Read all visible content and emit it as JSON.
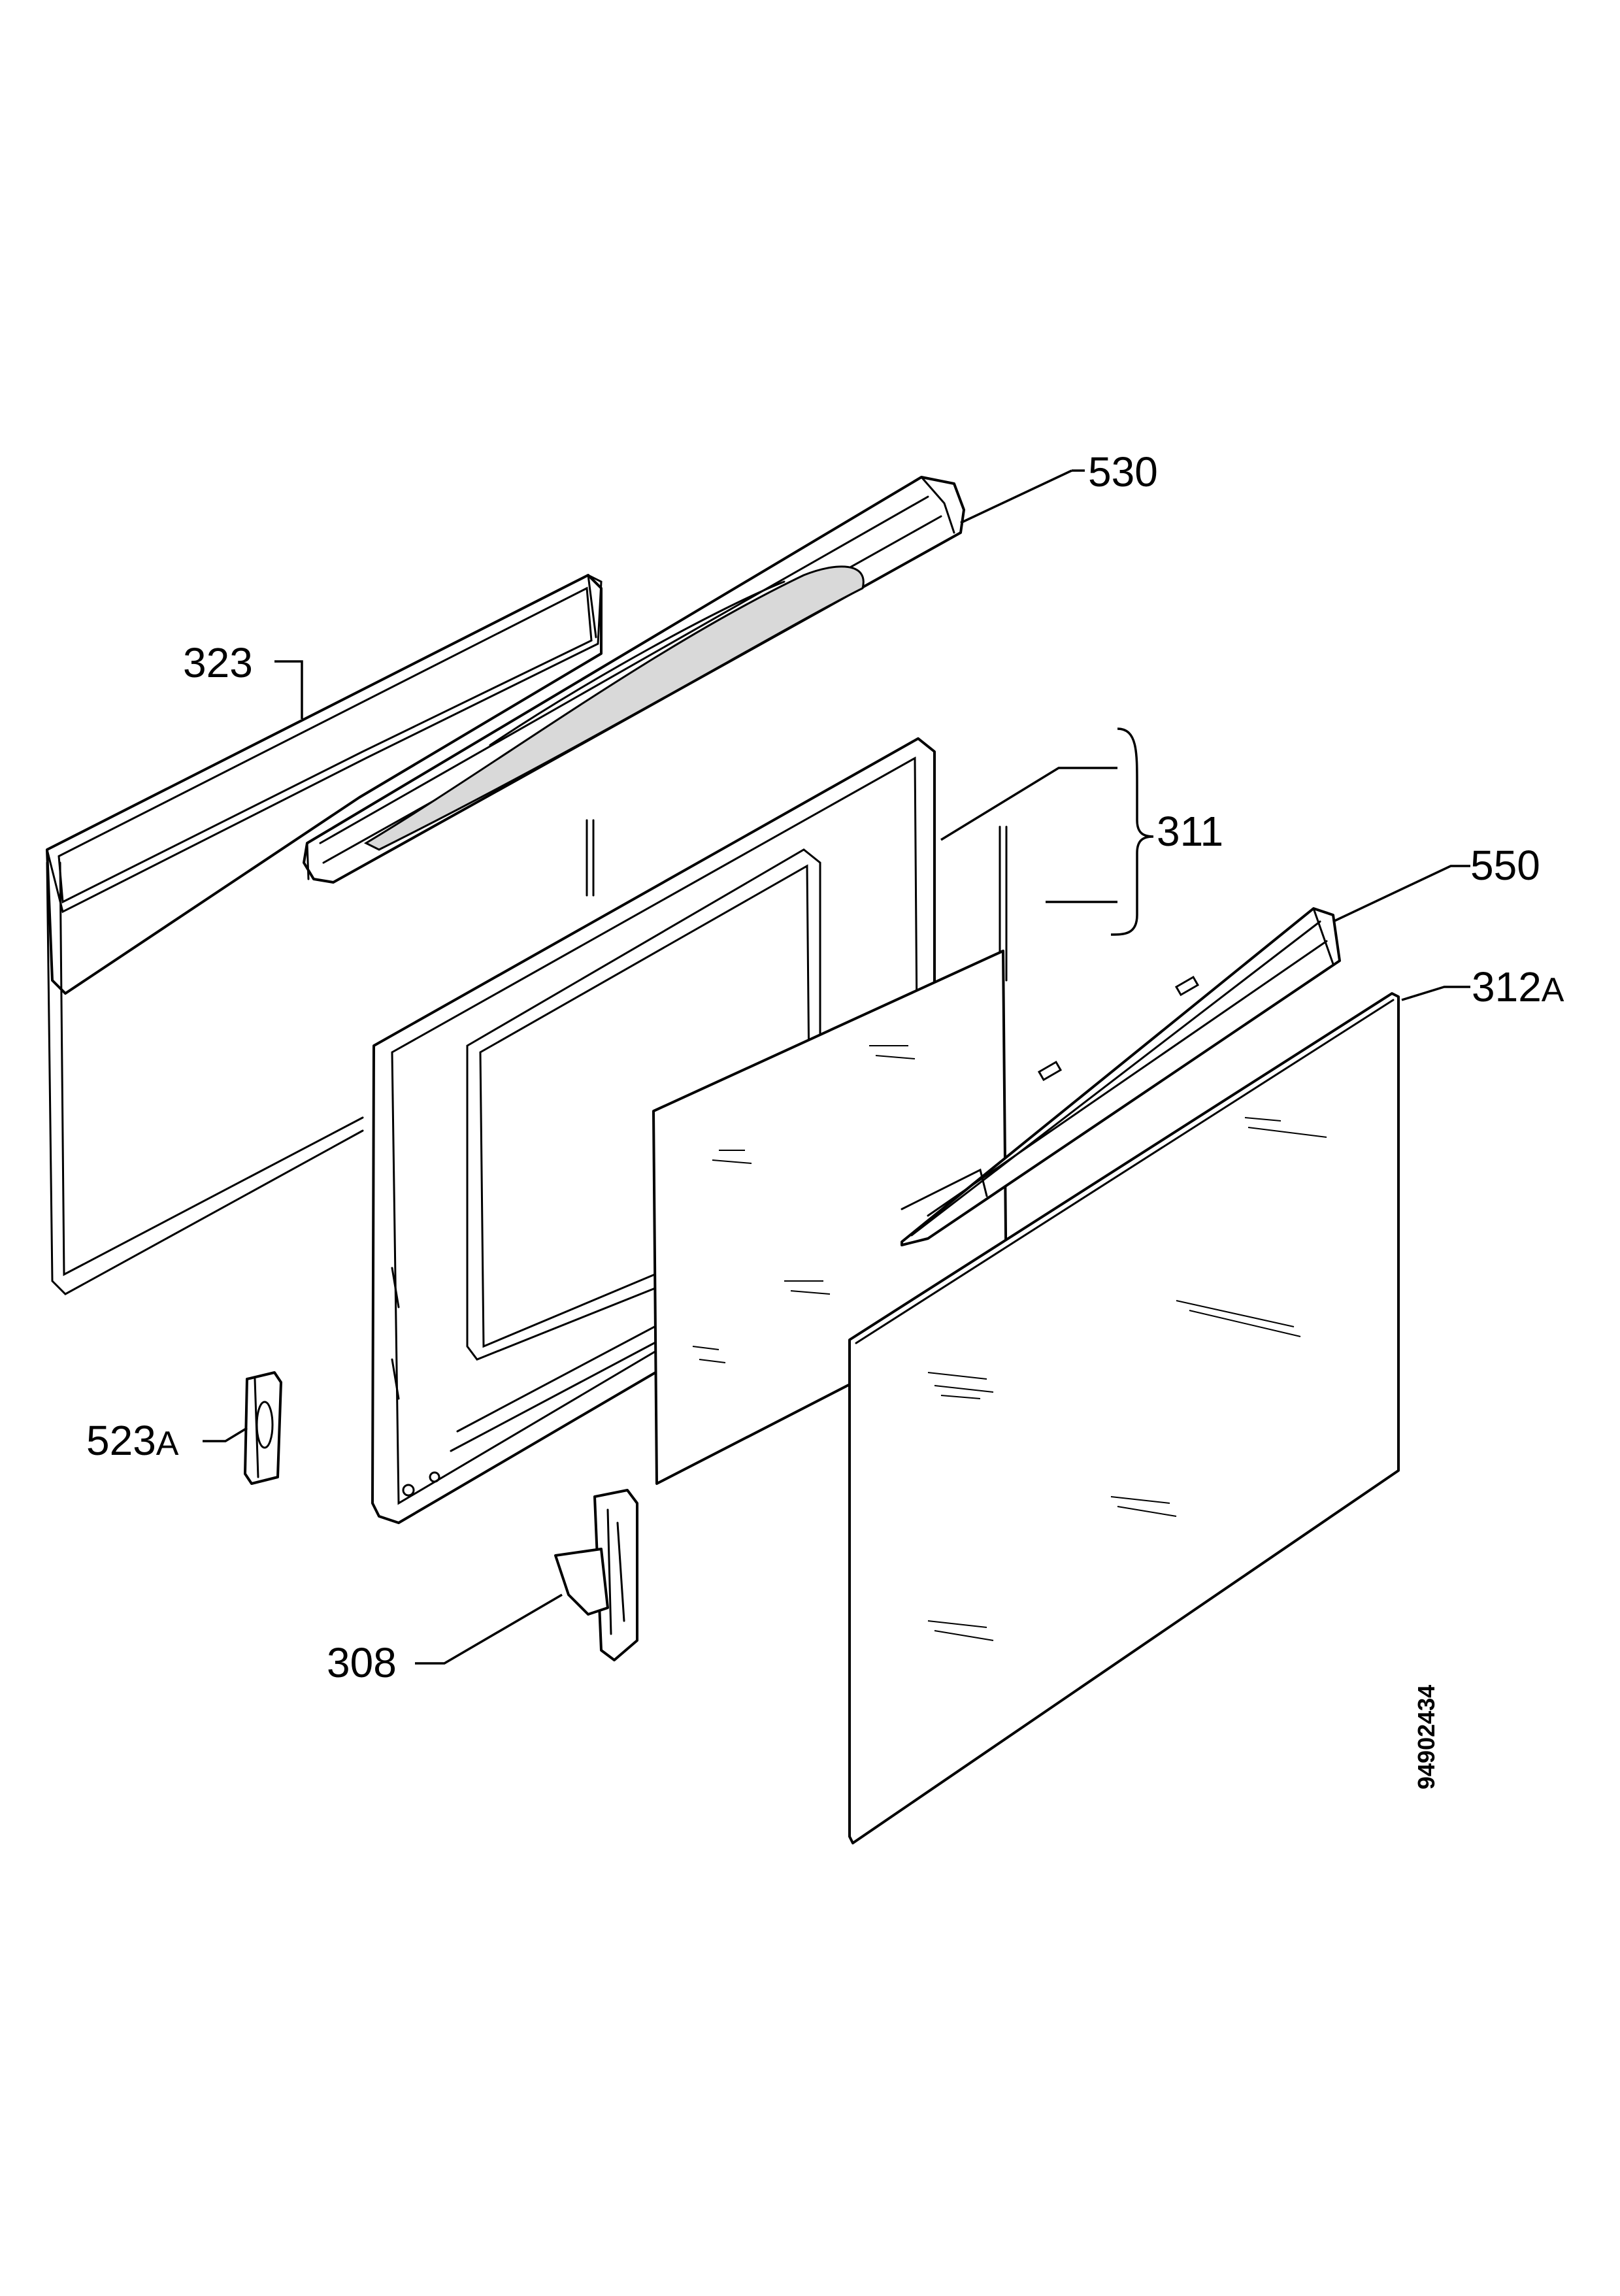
{
  "diagram": {
    "parts": [
      {
        "id": "530",
        "label": "530",
        "name": "door-handle"
      },
      {
        "id": "323",
        "label": "323",
        "name": "door-gasket"
      },
      {
        "id": "311",
        "label": "311",
        "name": "inner-door-frame-and-glass"
      },
      {
        "id": "550",
        "label": "550",
        "name": "door-trim-profile"
      },
      {
        "id": "312A",
        "label": "312",
        "suffix": "A",
        "name": "outer-door-glass"
      },
      {
        "id": "523A",
        "label": "523",
        "suffix": "A",
        "name": "hinge-bracket"
      },
      {
        "id": "308",
        "label": "308",
        "name": "door-hinge"
      }
    ],
    "document_number": "94902434"
  }
}
